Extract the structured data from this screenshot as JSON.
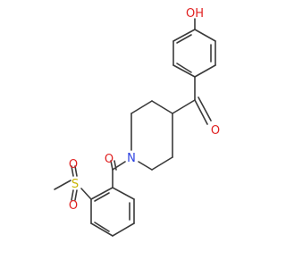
{
  "atoms": {
    "hydroxyl": "OH",
    "ketone_oxygen": "O",
    "amide_oxygen": "O",
    "piperidine_nitrogen": "N",
    "sulfur": "S",
    "sulfonyl_oxygen_top": "O",
    "sulfonyl_oxygen_bottom": "O"
  },
  "colors": {
    "bond": "#3a3a3a",
    "oxygen": "#e02020",
    "nitrogen": "#2a3fe0",
    "sulfur": "#c8b400"
  }
}
